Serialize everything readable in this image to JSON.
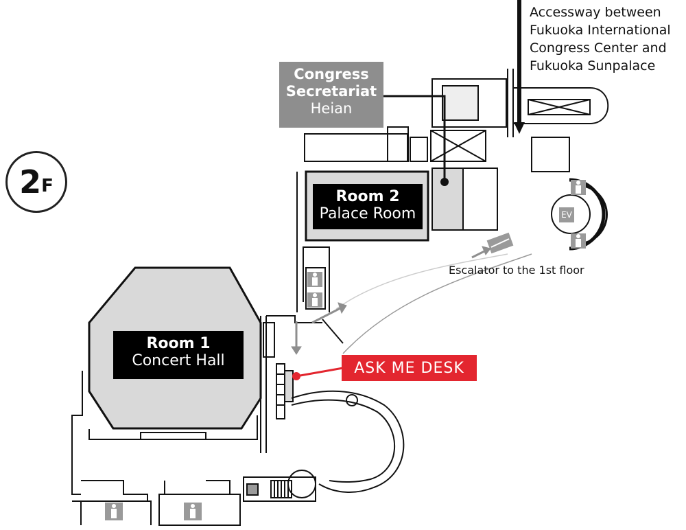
{
  "floor": {
    "number": "2",
    "suffix": "F"
  },
  "rooms": {
    "room1": {
      "title": "Room 1",
      "subtitle": "Concert Hall"
    },
    "room2": {
      "title": "Room 2",
      "subtitle": "Palace Room"
    }
  },
  "secretariat": {
    "title_line1": "Congress",
    "title_line2": "Secretariat",
    "subtitle": "Heian"
  },
  "ask_desk": {
    "label": "ASK ME DESK"
  },
  "accessway": {
    "line1": "Accessway  between",
    "line2": "Fukuoka International",
    "line3": "Congress Center and",
    "line4": "Fukuoka Sunpalace"
  },
  "escalator": {
    "label": "Escalator to the 1st floor"
  },
  "elevator": {
    "label": "EV"
  },
  "colors": {
    "accent_red": "#e3262f",
    "room_fill": "#d9d9d9",
    "label_dark": "#000000",
    "secretariat_gray": "#8e8e8e"
  },
  "icons": [
    "restroom-icon",
    "escalator-icon",
    "stairs-icon",
    "arrow-icon"
  ]
}
